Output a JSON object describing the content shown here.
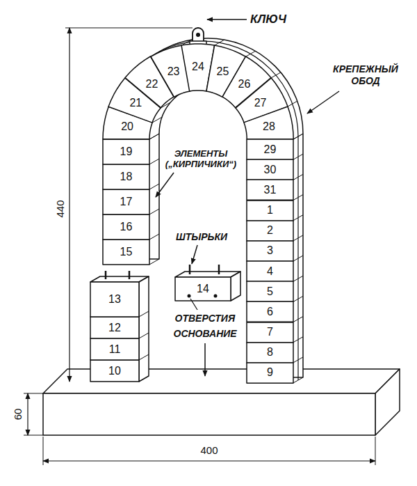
{
  "diagram": {
    "nodes": [
      {
        "text": [
          "1"
        ]
      },
      {
        "text": [
          "2"
        ]
      },
      {
        "text": [
          "3"
        ]
      },
      {
        "text": [
          "4"
        ]
      },
      {
        "text": [
          "5"
        ]
      },
      {
        "text": [
          "6"
        ]
      },
      {
        "text": [
          "7"
        ]
      },
      {
        "text": [
          "8"
        ]
      },
      {
        "text": [
          "9"
        ]
      },
      {
        "text": [
          "10"
        ]
      },
      {
        "text": [
          "11"
        ]
      },
      {
        "text": [
          "12"
        ]
      },
      {
        "text": [
          "13"
        ]
      },
      {
        "text": [
          "14"
        ]
      },
      {
        "text": [
          "15"
        ]
      },
      {
        "text": [
          "16"
        ]
      },
      {
        "text": [
          "17"
        ]
      },
      {
        "text": [
          "18"
        ]
      },
      {
        "text": [
          "19"
        ]
      },
      {
        "text": [
          "20"
        ]
      },
      {
        "text": [
          "21"
        ]
      },
      {
        "text": [
          "22"
        ]
      },
      {
        "text": [
          "23"
        ]
      },
      {
        "text": [
          "24"
        ]
      },
      {
        "text": [
          "25"
        ]
      },
      {
        "text": [
          "26"
        ]
      },
      {
        "text": [
          "27"
        ]
      },
      {
        "text": [
          "28"
        ]
      },
      {
        "text": [
          "29"
        ]
      },
      {
        "text": [
          "30"
        ]
      },
      {
        "text": [
          "31"
        ]
      }
    ],
    "labels": [
      "КЛЮЧ",
      "КРЕПЕЖНЫЙ ОБОД",
      "ЭЛЕМЕНТЫ („КИРПИЧИКИ“)",
      "ШТЫРЬКИ",
      "ОТВЕРСТИЯ",
      "ОСНОВАНИЕ",
      "440",
      "60",
      "400"
    ]
  }
}
